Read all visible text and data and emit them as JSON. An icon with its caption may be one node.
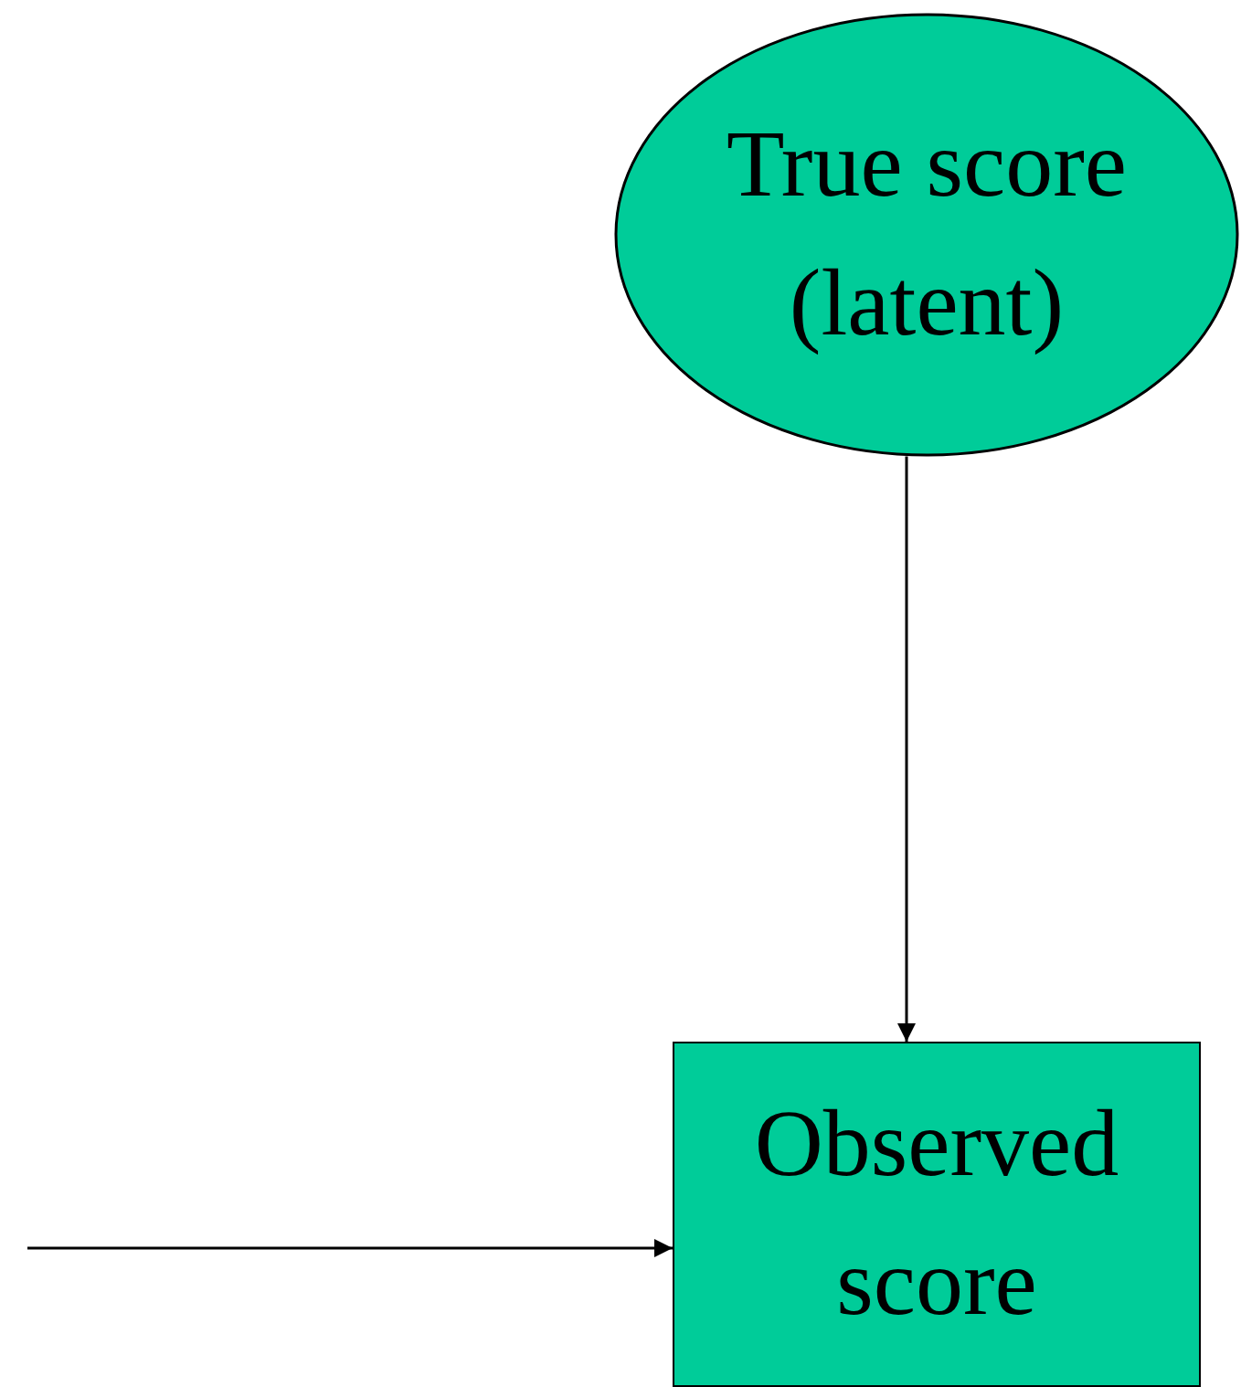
{
  "diagram": {
    "nodes": [
      {
        "text": [
          "True score (latent)"
        ]
      },
      {
        "text": [
          "Observed score"
        ]
      }
    ],
    "edges": [
      {
        "from": 0,
        "to": 1,
        "arrow": "to"
      },
      {
        "from": null,
        "to": 1,
        "arrow": "to"
      }
    ]
  }
}
